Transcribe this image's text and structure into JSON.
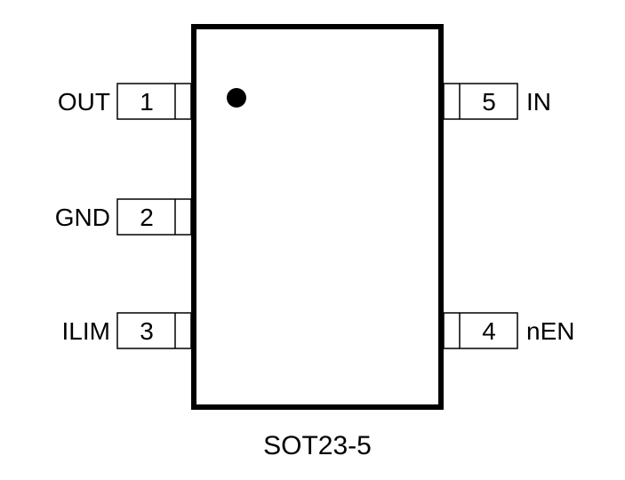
{
  "package": {
    "name": "SOT23-5",
    "body_color": "#000000",
    "background": "#ffffff"
  },
  "pins": [
    {
      "number": "1",
      "name": "OUT",
      "side": "left"
    },
    {
      "number": "2",
      "name": "GND",
      "side": "left"
    },
    {
      "number": "3",
      "name": "ILIM",
      "side": "left"
    },
    {
      "number": "4",
      "name": "nEN",
      "side": "right"
    },
    {
      "number": "5",
      "name": "IN",
      "side": "right"
    }
  ]
}
